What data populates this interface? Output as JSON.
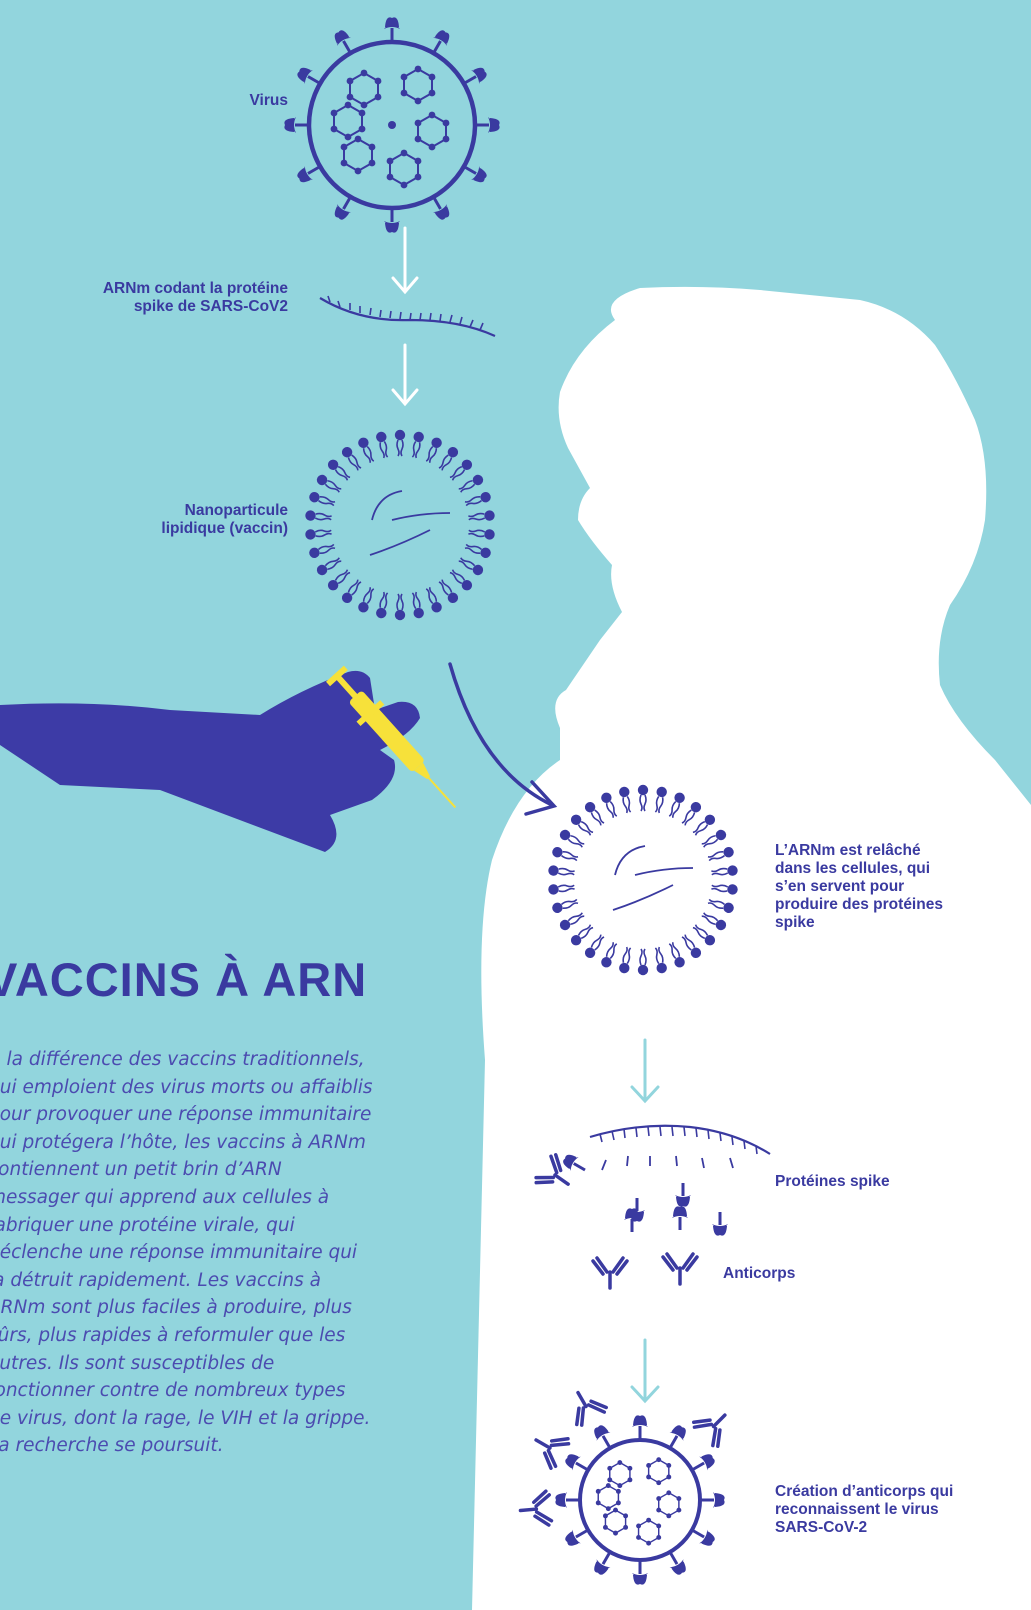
{
  "labels": {
    "virus": "Virus",
    "mrna": "ARNm codant la protéine spike de SARS-CoV2",
    "nanoparticle": "Nanoparticule lipidique (vaccin)",
    "released": "L’ARNm est relâché dans les cellules, qui s’en servent pour produire des protéines spike",
    "spike": "Protéines spike",
    "antibodies": "Anticorps",
    "creation": "Création d’anticorps qui reconnaissent le virus SARS-CoV-2"
  },
  "title": "VACCINS À ARN",
  "body": "À la différence des vaccins traditionnels, qui emploient des virus morts ou affaiblis pour provoquer une réponse immunitaire qui protégera l’hôte, les vaccins à ARNm contiennent un petit brin d’ARN messager qui apprend aux cellules à fabriquer une protéine virale, qui déclenche une réponse immunitaire qui la détruit rapidement. Les vaccins à ARNm sont plus faciles à produire, plus sûrs, plus rapides à reformuler que les autres. Ils sont susceptibles de fonctionner contre de nombreux types de virus, dont la rage, le VIH et la grippe. La recherche se poursuit.",
  "colors": {
    "background": "#92d5dd",
    "primary": "#3a3aa0",
    "silhouette": "#ffffff",
    "syringe": "#f7e13a",
    "arrow_light": "#92d5dd"
  }
}
